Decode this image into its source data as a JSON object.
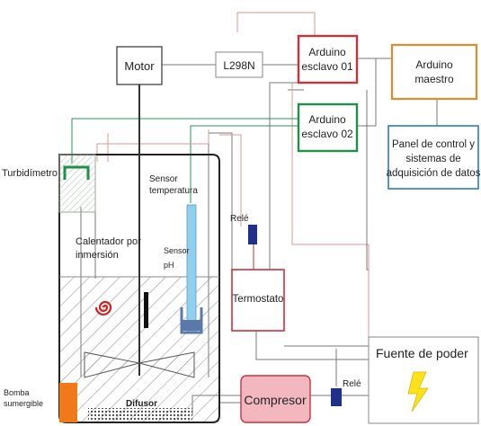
{
  "labels": {
    "motor": "Motor",
    "driver": "L298N",
    "slave1": [
      "Arduino",
      "esclavo 01"
    ],
    "slave2": [
      "Arduino",
      "esclavo 02"
    ],
    "master": [
      "Arduino",
      "maestro"
    ],
    "panel": [
      "Panel de control y",
      "sistemas de",
      "adquisición de datos"
    ],
    "turbidimeter": "Turbidímetro",
    "temp_sensor": [
      "Sensor",
      "temperatura"
    ],
    "heater": [
      "Calentador por",
      "inmersión"
    ],
    "ph_sensor": [
      "Sensor",
      "pH"
    ],
    "relay_top": "Relé",
    "thermostat": "Termostato",
    "power_supply": "Fuente de poder",
    "compressor": "Compresor",
    "relay_bottom": "Relé",
    "pump": [
      "Bomba",
      "sumergible"
    ],
    "diffuser": "Difusor"
  },
  "colors": {
    "slave1": "#c8323a",
    "slave2": "#1f8f4a",
    "master": "#e08a2c",
    "panel": "#2b7bc0",
    "thermostat": "#c8323a",
    "compressor_fill": "#f3b8bf",
    "compressor_border": "#c8323a",
    "green_wire": "#1f9a5a",
    "red_wire": "#b03030",
    "wire": "#7a7a7a",
    "pink_wire": "#d49a9a",
    "relay": "#1f2f8a",
    "temp_sensor": "#8fd0f0",
    "ph_probe": "#5a78a8",
    "pump": "#f07a1a",
    "heater": "#d42020",
    "lightning": "#ffe21a"
  },
  "icons": {
    "heater": "spiral-icon",
    "power": "lightning-bolt-icon"
  }
}
